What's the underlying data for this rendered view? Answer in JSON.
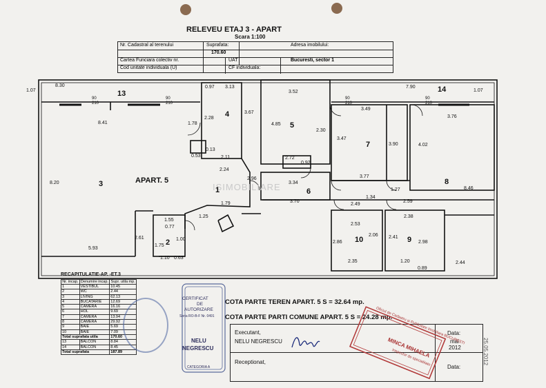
{
  "header": {
    "title": "RELEVEU ETAJ 3 - APART",
    "scale": "Scara 1:100",
    "table": {
      "nr_cadastral_label": "Nr. Cadastral al terenului",
      "suprafata_label": "Suprafata:",
      "suprafata_value": "170.60",
      "adresa_label": "Adresa imobilului:",
      "carte_label": "Cartea Funciara colectiv nr.",
      "uat_label": "UAT",
      "uat_value": "Bucuresti, sector 1",
      "cod_label": "Cod unitate individuala (U)",
      "cf_label": "CF individuala:"
    }
  },
  "plan": {
    "apartment_label": "APART. 5",
    "watermark": "ISIMOBILIARE",
    "rooms": [
      "1",
      "2",
      "3",
      "4",
      "5",
      "6",
      "7",
      "8",
      "9",
      "10",
      "13",
      "14"
    ],
    "dimensions": {
      "d830": "8.30",
      "d107a": "1.07",
      "d097": "0.97",
      "d313": "3.13",
      "d352": "3.52",
      "d790": "7.90",
      "d107b": "1.07",
      "d841": "8.41",
      "d228": "2.28",
      "d367": "3.67",
      "d178": "1.78",
      "d485": "4.85",
      "d230": "2.30",
      "d349": "3.49",
      "d376": "3.76",
      "d347": "3.47",
      "d390": "3.90",
      "d402": "4.02",
      "d013": "0.13",
      "d053": "0.53",
      "d211": "2.11",
      "d272": "2.72",
      "d092": "0.92",
      "d224": "2.24",
      "d296": "2.96",
      "d334": "3.34",
      "d377": "3.77",
      "d820": "8.20",
      "d846": "8.46",
      "d127": "1.27",
      "d179": "1.79",
      "d370": "3.70",
      "d249": "2.49",
      "d134": "1.34",
      "d259": "2.59",
      "d155": "1.55",
      "d125": "1.25",
      "d077": "0.77",
      "d253": "2.53",
      "d238": "2.38",
      "d261": "2.61",
      "d100": "1.00",
      "d175": "1.75",
      "d593": "5.93",
      "d286": "2.86",
      "d206": "2.06",
      "d241": "2.41",
      "d298": "2.98",
      "d110": "1.10",
      "d063": "0.63",
      "d235": "2.35",
      "d120": "1.20",
      "d089": "0.89",
      "d244": "2.44"
    },
    "door_top": "90",
    "door_bottom": "210"
  },
  "recap": {
    "title": "RECAPITULATIE-AP. -ET.3",
    "headers": [
      "Nr. incap.",
      "Denumire incap.",
      "Supr. utila mp."
    ],
    "rows": [
      [
        "1",
        "VESTIBUL",
        "10.45"
      ],
      [
        "2",
        "WC",
        "2.44"
      ],
      [
        "3",
        "LIVING",
        "62.13"
      ],
      [
        "4",
        "BUCATARIE",
        "12.69"
      ],
      [
        "5",
        "CAMERA",
        "16.16"
      ],
      [
        "6",
        "HOL",
        "9.69"
      ],
      [
        "7",
        "CAMERA",
        "13.94"
      ],
      [
        "8",
        "CAMERA",
        "29.92"
      ],
      [
        "9",
        "BAIE",
        "5.69"
      ],
      [
        "10",
        "BAIE",
        "7.09"
      ]
    ],
    "total_util_label": "Total suprafata utila",
    "total_util_value": "170.60",
    "balcony_rows": [
      [
        "13",
        "BALCON",
        "8.84"
      ],
      [
        "14",
        "BALCON",
        "8.45"
      ]
    ],
    "total_label": "Total suprafata",
    "total_value": "187.89"
  },
  "certificate": {
    "line1": "CERTIFICAT",
    "line2": "DE",
    "line3": "AUTORIZARE",
    "line4": "Seria RO-B-F Nr. 0491",
    "name1": "NELU",
    "name2": "NEGRESCU",
    "category": "CATEGORIA A"
  },
  "quotas": {
    "teren": "COTA PARTE TEREN APART. 5  S = 32.64 mp.",
    "comune": "COTA PARTE PARTI COMUNE APART. 5  S = 24.28 mp."
  },
  "signatures": {
    "executant_label": "Executant,",
    "executant_name": "NELU NEGRESCU",
    "receptionat_label": "Receptionat,",
    "data_label1": "Data:",
    "data_month": "mai",
    "data_year": "2012",
    "data_label2": "Data:",
    "stamp_text": "MINCA MIHAELA",
    "stamp_org": "Oficiul de Cadastru si Publicitate Imobiliara BUCURESTI",
    "stamp_role": "Inspector de specialitate",
    "date_stamp": "25.05.2012"
  }
}
